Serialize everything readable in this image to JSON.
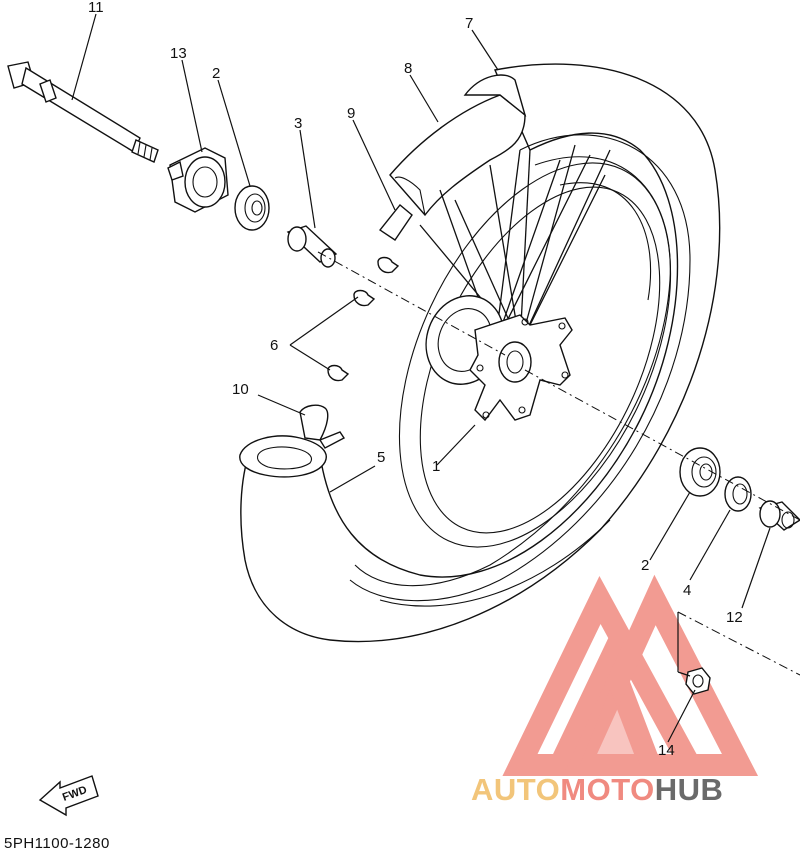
{
  "diagram": {
    "callouts": {
      "c1": "1",
      "c2a": "2",
      "c2b": "2",
      "c3": "3",
      "c4": "4",
      "c5": "5",
      "c6": "6",
      "c7": "7",
      "c8": "8",
      "c9": "9",
      "c10": "10",
      "c11": "11",
      "c12": "12",
      "c13": "13",
      "c14": "14"
    },
    "direction_label": "FWD",
    "part_code": "5PH1100-1280"
  },
  "watermark": {
    "brand_a": "AUTO",
    "brand_b": "MOTO",
    "brand_c": "HUB",
    "color_gold": "#f2c57a",
    "color_red": "#f08a80",
    "color_gray": "#6a6a6a"
  }
}
